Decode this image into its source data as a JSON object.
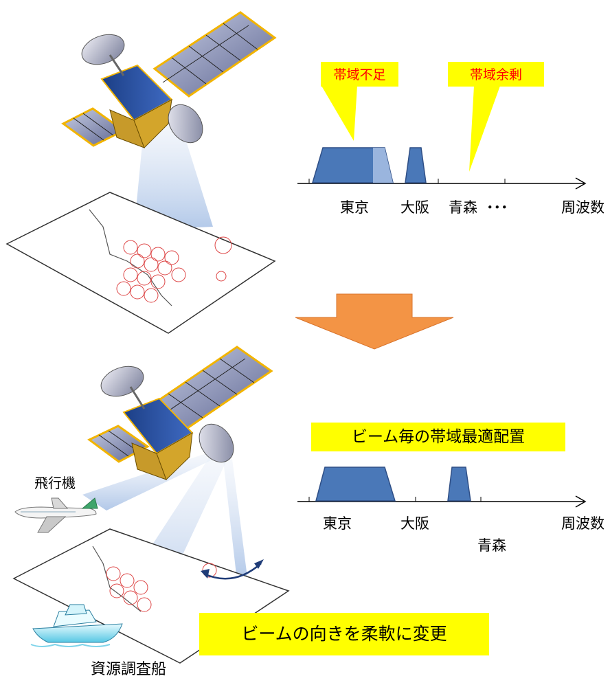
{
  "top": {
    "callouts": {
      "shortage": "帯域不足",
      "surplus": "帯域余剰"
    },
    "axis_labels": {
      "tokyo": "東京",
      "osaka": "大阪",
      "aomori": "青森",
      "dots": "･･･",
      "frequency": "周波数"
    }
  },
  "bottom": {
    "banner": "ビーム毎の帯域最適配置",
    "axis_labels": {
      "tokyo": "東京",
      "osaka": "大阪",
      "aomori": "青森",
      "frequency": "周波数"
    },
    "airplane_label": "飛行機",
    "ship_label": "資源調査船",
    "beam_banner": "ビームの向きを柔軟に変更"
  },
  "colors": {
    "band_fill": "#4a78b8",
    "callout_yellow": "#ffff00",
    "arrow_orange": "#f39445",
    "beam": "#c8d8ef"
  }
}
